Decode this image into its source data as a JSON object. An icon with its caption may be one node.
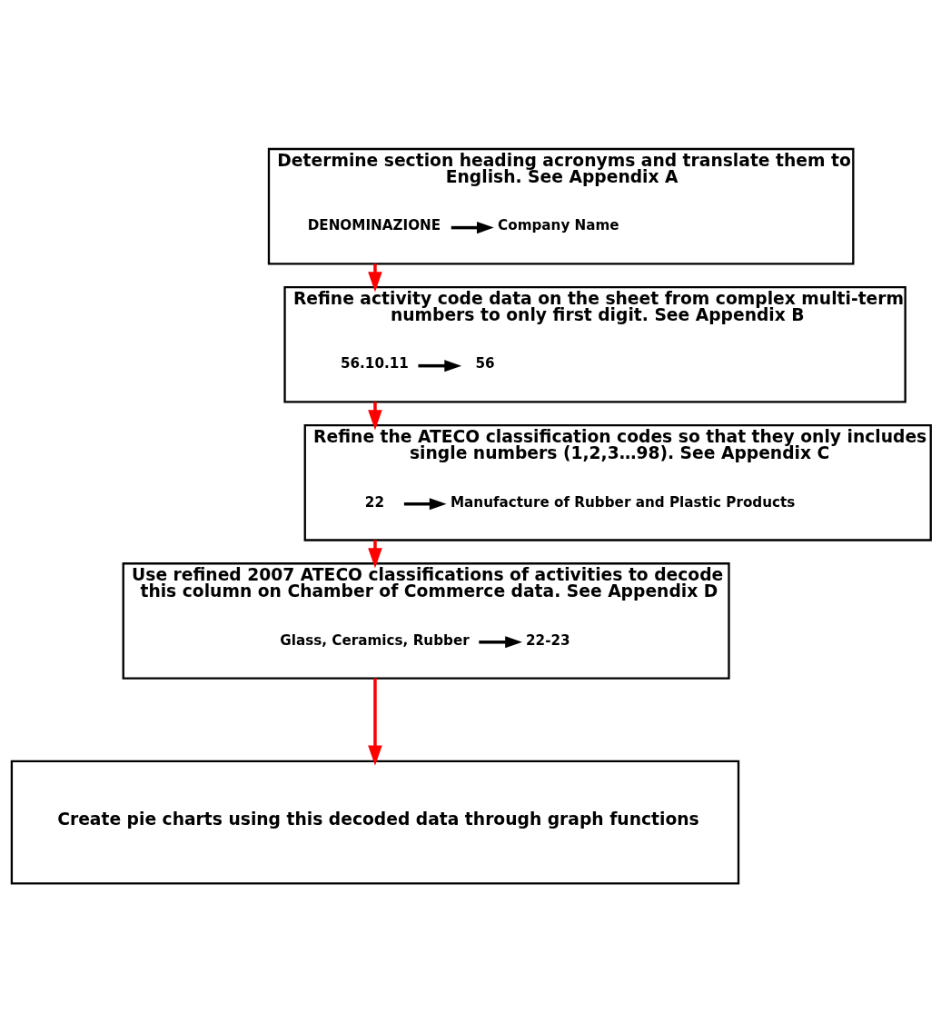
{
  "diagram": {
    "nodes": [
      {
        "text": [
          "Determine section heading acronyms and translate them to English. See Appendix A"
        ]
      },
      {
        "text": [
          "DENOMINAZIONE"
        ],
        "in": 0
      },
      {
        "text": [
          "Company Name"
        ],
        "in": 0
      },
      {
        "text": [
          "Refine activity code data on the sheet from complex multi-term numbers to only first digit. See Appendix B"
        ]
      },
      {
        "text": [
          "56.10.11"
        ],
        "in": 3
      },
      {
        "text": [
          "56"
        ],
        "in": 3
      },
      {
        "text": [
          "Refine the ATECO classification codes so that they only includes single numbers (1,2,3…98). See Appendix C"
        ]
      },
      {
        "text": [
          "22"
        ],
        "in": 6
      },
      {
        "text": [
          "Manufacture of Rubber and Plastic Products"
        ],
        "in": 6
      },
      {
        "text": [
          "Use refined 2007 ATECO classifications of activities to decode this column on Chamber of Commerce data. See Appendix D"
        ]
      },
      {
        "text": [
          "Glass, Ceramics, Rubber"
        ],
        "in": 9
      },
      {
        "text": [
          "22-23"
        ],
        "in": 9
      },
      {
        "text": [
          "Create pie charts using this decoded data through graph functions"
        ]
      }
    ],
    "edges": [
      {
        "from": 1,
        "to": 2,
        "arrow": "to"
      },
      {
        "from": 0,
        "to": 3,
        "arrow": "to",
        "color": "#ff0000"
      },
      {
        "from": 4,
        "to": 5,
        "arrow": "to"
      },
      {
        "from": 3,
        "to": 6,
        "arrow": "to",
        "color": "#ff0000"
      },
      {
        "from": 7,
        "to": 8,
        "arrow": "to"
      },
      {
        "from": 6,
        "to": 9,
        "arrow": "to",
        "color": "#ff0000"
      },
      {
        "from": 10,
        "to": 11,
        "arrow": "to"
      },
      {
        "from": 9,
        "to": 12,
        "arrow": "to",
        "color": "#ff0000"
      }
    ]
  }
}
